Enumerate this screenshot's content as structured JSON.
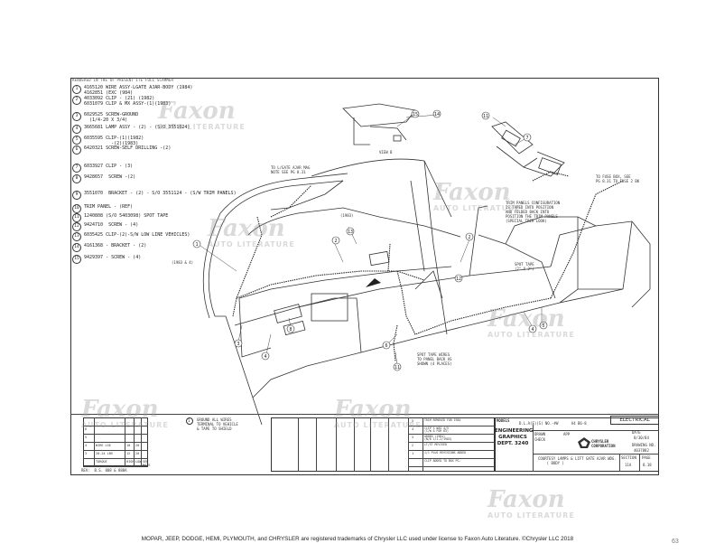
{
  "drawing": {
    "header_note": "RENDERED IN THE OF PRESENT  ITE FULL SCAMMER",
    "parts": [
      {
        "num": "1",
        "text": "4165120 WIRE ASSY-LGATE AJAR-BODY (1984)\n4162851 (EXC (984)"
      },
      {
        "num": "2",
        "text": "4033092 CLIP - (21) (1982)\n6031079 CLIP & MX ASSY-(1)(1983)"
      },
      {
        "num": "3",
        "text": "6029525 SCREW-GROUND\n  (1/4-20 X 3/4)"
      },
      {
        "num": "4",
        "text": "3665681 LAMP ASSY - (2) - (S/O 3551624)"
      },
      {
        "num": "5",
        "text": "6035595 CLIP-(1)(1982)\n          -(2)(1983)"
      },
      {
        "num": "6",
        "text": "6420321 SCREW-SELF DRILLING -(2)"
      },
      {
        "num": "7",
        "text": "6033927 CLIP - (3)"
      },
      {
        "num": "8",
        "text": "9428657  SCREW -(2)"
      },
      {
        "num": "9",
        "text": "3551070  BRACKET - (2) - S/O 3551124 - (S/W TRIM PANELS)"
      },
      {
        "num": "10",
        "text": "TRIM PANEL - (REF)"
      },
      {
        "num": "11",
        "text": "1240808 (S/O 5403098) SPOT TAPE"
      },
      {
        "num": "12",
        "text": "9424710  SCREW - (4)"
      },
      {
        "num": "13",
        "text": "6035425 CLIP-(2)-S/W LOW LINE VEHICLES)"
      },
      {
        "num": "14",
        "text": "4161368 - BRACKET - (2)"
      },
      {
        "num": "15",
        "text": "9429397 - SCREW - (4)"
      }
    ],
    "bracket_note": "(1983 & 4)",
    "callouts": {
      "to_lgate": "TO L/GATE AJAR MAG\nNOTE SEE PG 8.31",
      "view_b": "VIEW B",
      "to_fuse": "TO FUSE BOX, SEE\nPG 8.31 TO FUSE 2 BK",
      "spot_tape": "SPOT TAPE\n(2\" X 2\")",
      "trim_note": "TRIM PANELS CONFIGURATION\nIS TAPED INTO POSITION\nAND FOLDED BACK INTO\nPOSITION THE TRIM PANELS\n(SPECIAL TRIM LOOK)",
      "spot_note": "SPOT TAPE WIRES\nTO PANEL BACK AS\nSHOWN (4 PLACES)",
      "view_b2": "(1983)"
    },
    "notes_box": {
      "num": "1",
      "text": "GROUND ALL WIRES\nTERMINAL TO VEHICLE\n& TAPE TO SHIELD"
    },
    "small_table": {
      "rows": [
        [
          "",
          "",
          "",
          "",
          ""
        ],
        [
          "6",
          "",
          "",
          "",
          ""
        ],
        [
          "5",
          "",
          "",
          "",
          ""
        ],
        [
          "4",
          "WIRE LGE",
          "10",
          "20",
          ""
        ],
        [
          "3",
          "20-24 LBS",
          "12",
          "20",
          ""
        ],
        [
          "",
          "TORQUE",
          "HIGH",
          "LOW",
          "SEE\nNOTE"
        ]
      ],
      "footer": "REV:  B.S. 888 & 888A"
    },
    "revisions": [
      {
        "ltr": "5",
        "text": "TRIM REMOVED FOR 1984"
      },
      {
        "ltr": "4",
        "text": "CLIP'S WAS 4/5\n(C/W & FOR 83)"
      },
      {
        "ltr": "3",
        "text": "ADDED (1984)\n(N/8 1/1-2/1983)"
      },
      {
        "ltr": "2",
        "text": "LT/ST REVISED"
      },
      {
        "ltr": "1",
        "text": "1/1 PLUS REVISIONS ADDED"
      },
      {
        "ltr": "",
        "text": "CLIP ADDED TO BOX PG."
      }
    ],
    "models": {
      "label": "MODELS",
      "line1": "D.L.A(E)(S) NO.-#W      A4 B6-8",
      "line2": "",
      "drawn_label": "DRAWN",
      "check_label": "CHECK",
      "app_label": "APP",
      "date_label": "DATE",
      "date_value": "8/30/84",
      "dwg_label": "DRAWING NO.",
      "dwg_value": "4037882",
      "section_label": "SECTION",
      "section_value": "11A",
      "page_label": "PAGE",
      "page_value": "8.18"
    },
    "engineering": "ENGINEERING\nGRAPHICS\nDEPT. 3240",
    "title": "COURTESY LAMPS & LIFT GATE AJAR WDG.\n    ( BODY )",
    "company": "CHRYSLER\nCORPORATION",
    "electrical": "ELECTRICAL"
  },
  "watermark": {
    "brand": "Faxon",
    "sub": "AUTO LITERATURE"
  },
  "footer": "MOPAR, JEEP, DODGE, HEMI, PLYMOUTH, and CHRYSLER are registered trademarks of Chrysler LLC used under license to Faxon Auto Literature. ©Chrysler LLC 2018",
  "page_number": "63"
}
